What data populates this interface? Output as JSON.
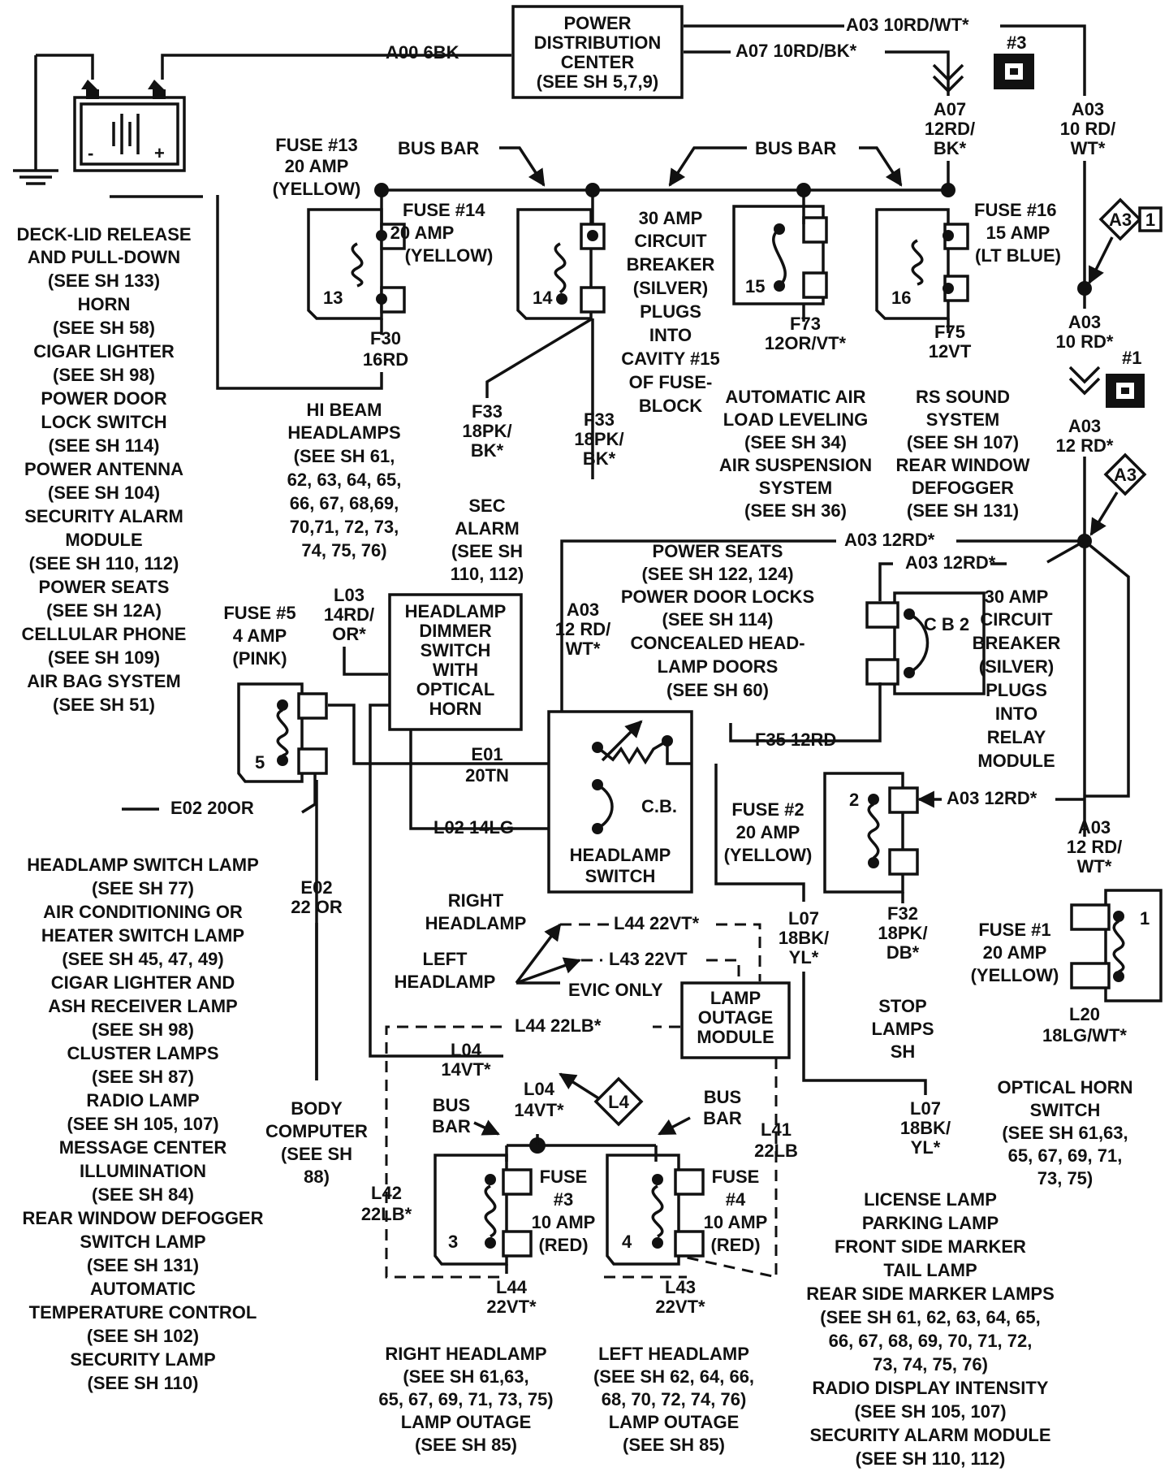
{
  "pdc": {
    "l1": "POWER",
    "l2": "DISTRIBUTION",
    "l3": "CENTER",
    "l4": "(SEE SH 5,7,9)"
  },
  "wires": {
    "a00": "A00 6BK",
    "a03_top": "A03 10RD/WT*",
    "a07_top": "A07 10RD/BK*",
    "a07_l1": "A07",
    "a07_l2": "12RD/",
    "a07_l3": "BK*",
    "a03_l1": "A03",
    "a03_l2": "10 RD/",
    "a03_l3": "WT*",
    "a03b_l1": "A03",
    "a03b_l2": "10 RD*",
    "a03c_l1": "A03",
    "a03c_l2": "12 RD*",
    "a03_12rd_a": "A03 12RD*",
    "a03_12rd_b": "A03 12RD*",
    "a03_12rd_c": "A03 12RD*",
    "a03e_l1": "A03",
    "a03e_l2": "12 RD/",
    "a03e_l3": "WT*",
    "a03f_l1": "A03",
    "a03f_l2": "12 RD/",
    "a03f_l3": "WT*",
    "f30_l1": "F30",
    "f30_l2": "16RD",
    "f33a_l1": "F33",
    "f33a_l2": "18PK/",
    "f33a_l3": "BK*",
    "f33b_l1": "F33",
    "f33b_l2": "18PK/",
    "f33b_l3": "BK*",
    "f73_l1": "F73",
    "f73_l2": "12OR/VT*",
    "f75_l1": "F75",
    "f75_l2": "12VT",
    "f35": "F35 12RD",
    "l03_l1": "L03",
    "l03_l2": "14RD/",
    "l03_l3": "OR*",
    "e01_l1": "E01",
    "e01_l2": "20TN",
    "e02a": "E02 20OR",
    "e02b_l1": "E02",
    "e02b_l2": "22 OR",
    "l02": "L02 14LG",
    "l44a": "L44 22VT*",
    "l43a": "L43 22VT",
    "l44b": "L44 22LB*",
    "l04a_l1": "L04",
    "l04a_l2": "14VT*",
    "l04b_l1": "L04",
    "l04b_l2": "14VT*",
    "l07a_l1": "L07",
    "l07a_l2": "18BK/",
    "l07a_l3": "YL*",
    "l07b_l1": "L07",
    "l07b_l2": "18BK/",
    "l07b_l3": "YL*",
    "f32_l1": "F32",
    "f32_l2": "18PK/",
    "f32_l3": "DB*",
    "l20_l1": "L20",
    "l20_l2": "18LG/WT*",
    "l41_l1": "L41",
    "l41_l2": "22LB",
    "l42_l1": "L42",
    "l42_l2": "22LB*",
    "l44c_l1": "L44",
    "l44c_l2": "22VT*",
    "l43c_l1": "L43",
    "l43c_l2": "22VT*"
  },
  "connectors": {
    "c3": "#3",
    "c1": "#1",
    "a3": "A3",
    "a3n": "1",
    "a3b": "A3",
    "l4": "L4"
  },
  "fuses": {
    "f13_l1": "FUSE #13",
    "f13_l2": "20 AMP",
    "f13_l3": "(YELLOW)",
    "f13_num": "13",
    "f14_l1": "FUSE #14",
    "f14_l2": "20 AMP",
    "f14_l3": "(YELLOW)",
    "f14_num": "14",
    "f15_num": "15",
    "f16_num": "16",
    "f16_l1": "FUSE #16",
    "f16_l2": "15 AMP",
    "f16_l3": "(LT BLUE)",
    "f5_l1": "FUSE #5",
    "f5_l2": "4 AMP",
    "f5_l3": "(PINK)",
    "f5_num": "5",
    "f2_l1": "FUSE #2",
    "f2_l2": "20 AMP",
    "f2_l3": "(YELLOW)",
    "f2_num": "2",
    "f1_l1": "FUSE #1",
    "f1_l2": "20 AMP",
    "f1_l3": "(YELLOW)",
    "f1_num": "1",
    "f3_l1": "FUSE",
    "f3_l2": "#3",
    "f3_l3": "10 AMP",
    "f3_l4": "(RED)",
    "f3_num": "3",
    "f4_l1": "FUSE",
    "f4_l2": "#4",
    "f4_l3": "10 AMP",
    "f4_l4": "(RED)",
    "f4_num": "4",
    "cb2": "C B 2"
  },
  "labels": {
    "busbar1": "BUS BAR",
    "busbar2": "BUS BAR",
    "busbar3_l1": "BUS",
    "busbar3_l2": "BAR",
    "busbar4_l1": "BUS",
    "busbar4_l2": "BAR",
    "cb30": [
      "30 AMP",
      "CIRCUIT",
      "BREAKER",
      "(SILVER)",
      "PLUGS",
      "INTO",
      "CAVITY #15",
      "OF FUSE-",
      "BLOCK"
    ],
    "cb30b": [
      "30 AMP",
      "CIRCUIT",
      "BREAKER",
      "(SILVER)",
      "PLUGS",
      "INTO",
      "RELAY",
      "MODULE"
    ],
    "left_list": [
      "DECK-LID RELEASE",
      "AND PULL-DOWN",
      "(SEE SH 133)",
      "HORN",
      "(SEE SH 58)",
      "CIGAR LIGHTER",
      "(SEE SH 98)",
      "POWER DOOR",
      "LOCK SWITCH",
      "(SEE SH 114)",
      "POWER ANTENNA",
      "(SEE SH 104)",
      "SECURITY ALARM",
      "MODULE",
      "(SEE SH 110, 112)",
      "POWER SEATS",
      "(SEE SH 12A)",
      "CELLULAR PHONE",
      "(SEE SH 109)",
      "AIR BAG SYSTEM",
      "(SEE SH 51)"
    ],
    "hibeam": [
      "HI BEAM",
      "HEADLAMPS",
      "(SEE SH 61,",
      "62, 63, 64, 65,",
      "66, 67, 68,69,",
      "70,71, 72, 73,",
      "74, 75, 76)"
    ],
    "secalarm": [
      "SEC",
      "ALARM",
      "(SEE SH",
      "110, 112)"
    ],
    "aal": [
      "AUTOMATIC AIR",
      "LOAD LEVELING",
      "(SEE SH 34)",
      "AIR SUSPENSION",
      "SYSTEM",
      "(SEE SH 36)"
    ],
    "rssound": [
      "RS SOUND",
      "SYSTEM",
      "(SEE SH 107)",
      "REAR WINDOW",
      "DEFOGGER",
      "(SEE SH 131)"
    ],
    "pseats": [
      "POWER SEATS",
      "(SEE SH 122, 124)",
      "POWER DOOR LOCKS",
      "(SEE SH 114)",
      "CONCEALED HEAD-",
      "LAMP DOORS",
      "(SEE SH 60)"
    ],
    "hds": [
      "HEADLAMP",
      "DIMMER",
      "SWITCH",
      "WITH",
      "OPTICAL",
      "HORN"
    ],
    "hsw_cb": "C.B.",
    "hsw": [
      "HEADLAMP",
      "SWITCH"
    ],
    "hl_list": [
      "HEADLAMP SWITCH LAMP",
      "(SEE SH 77)",
      "AIR CONDITIONING OR",
      "HEATER SWITCH LAMP",
      "(SEE SH 45, 47, 49)",
      "CIGAR LIGHTER AND",
      "ASH RECEIVER LAMP",
      "(SEE SH 98)",
      "CLUSTER LAMPS",
      "(SEE SH 87)",
      "RADIO LAMP",
      "(SEE SH 105, 107)",
      "MESSAGE CENTER",
      "ILLUMINATION",
      "(SEE SH 84)",
      "REAR WINDOW DEFOGGER",
      "SWITCH LAMP",
      "(SEE SH 131)",
      "AUTOMATIC",
      "TEMPERATURE CONTROL",
      "(SEE SH 102)",
      "SECURITY LAMP",
      "(SEE SH 110)"
    ],
    "bodycomp": [
      "BODY",
      "COMPUTER",
      "(SEE SH",
      "88)"
    ],
    "rhl": [
      "RIGHT",
      "HEADLAMP"
    ],
    "lhl": [
      "LEFT",
      "HEADLAMP"
    ],
    "evic": "EVIC ONLY",
    "lom": [
      "LAMP",
      "OUTAGE",
      "MODULE"
    ],
    "stop": [
      "STOP",
      "LAMPS",
      "SH"
    ],
    "ohs": [
      "OPTICAL HORN",
      "SWITCH",
      "(SEE SH 61,63,",
      "65, 67, 69, 71,",
      "73, 75)"
    ],
    "lic": [
      "LICENSE LAMP",
      "PARKING LAMP",
      "FRONT SIDE MARKER",
      "TAIL LAMP",
      "REAR SIDE MARKER LAMPS",
      "(SEE SH 61, 62, 63, 64, 65,",
      "66, 67, 68, 69, 70, 71, 72,",
      "73, 74, 75, 76)",
      "RADIO DISPLAY INTENSITY",
      "(SEE SH 105, 107)",
      "SECURITY ALARM MODULE",
      "(SEE SH 110, 112)"
    ],
    "rh_bot": [
      "RIGHT HEADLAMP",
      "(SEE SH 61,63,",
      "65, 67, 69, 71, 73, 75)",
      "LAMP OUTAGE",
      "(SEE SH 85)"
    ],
    "lh_bot": [
      "LEFT HEADLAMP",
      "(SEE SH 62, 64, 66,",
      "68, 70, 72, 74, 76)",
      "LAMP OUTAGE",
      "(SEE SH 85)"
    ]
  }
}
